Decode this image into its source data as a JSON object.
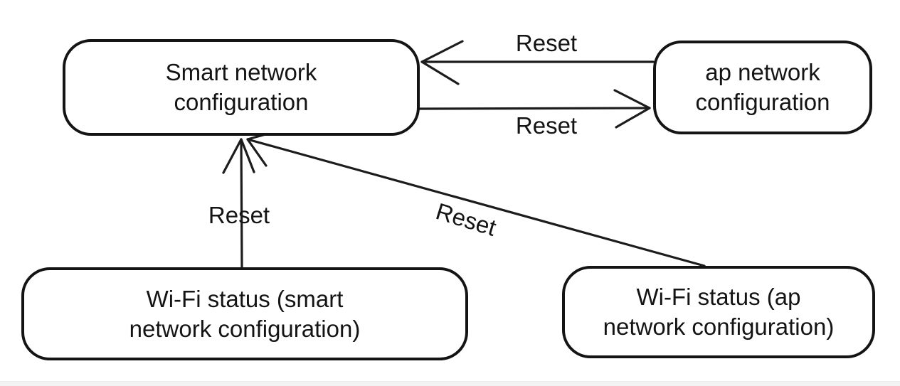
{
  "diagram": {
    "type": "state-transition-diagram",
    "colors": {
      "background": "#ffffff",
      "ink": "#141414",
      "page_edge_strip": "#f3f3f3"
    },
    "nodes": [
      {
        "id": "smart-network-configuration",
        "label": "Smart network configuration",
        "lines": [
          "Smart network",
          "configuration"
        ]
      },
      {
        "id": "ap-network-configuration",
        "label": "ap network configuration",
        "lines": [
          "ap network",
          "configuration"
        ]
      },
      {
        "id": "wifi-status-smart-network-configuration",
        "label": "Wi-Fi status (smart network configuration)",
        "lines": [
          "Wi-Fi status (smart",
          "network configuration)"
        ]
      },
      {
        "id": "wifi-status-ap-network-configuration",
        "label": "Wi-Fi status (ap network configuration)",
        "lines": [
          "Wi-Fi status (ap",
          "network configuration)"
        ]
      }
    ],
    "edges": [
      {
        "from": "ap-network-configuration",
        "to": "smart-network-configuration",
        "label": "Reset"
      },
      {
        "from": "smart-network-configuration",
        "to": "ap-network-configuration",
        "label": "Reset"
      },
      {
        "from": "wifi-status-smart-network-configuration",
        "to": "smart-network-configuration",
        "label": "Reset"
      },
      {
        "from": "wifi-status-ap-network-configuration",
        "to": "smart-network-configuration",
        "label": "Reset"
      }
    ]
  }
}
